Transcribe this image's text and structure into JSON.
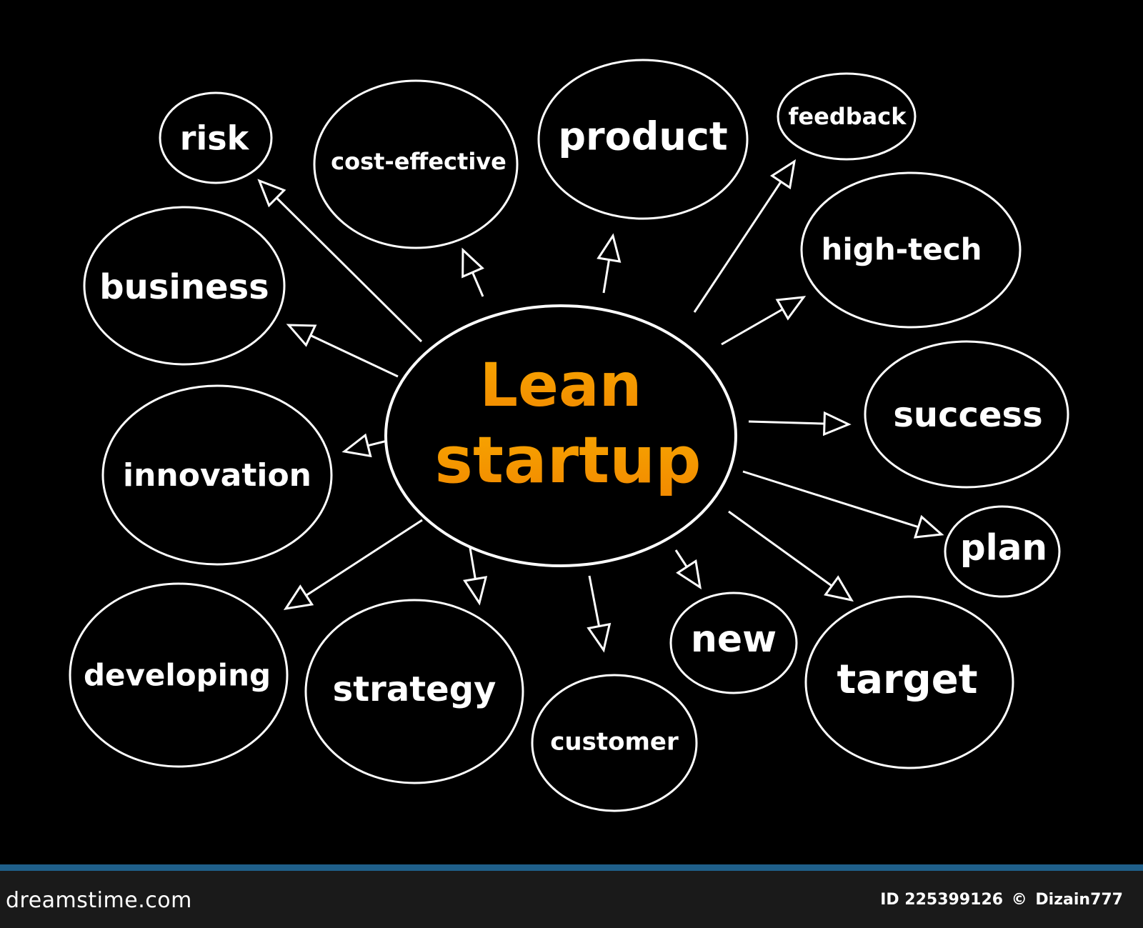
{
  "diagram": {
    "center": {
      "line1": "Lean",
      "line2": "startup",
      "color": "#f7a600",
      "color_bottom": "#f28a00"
    },
    "nodes": [
      {
        "id": "risk",
        "label": "risk"
      },
      {
        "id": "cost-effective",
        "label": "cost-effective"
      },
      {
        "id": "product",
        "label": "product"
      },
      {
        "id": "feedback",
        "label": "feedback"
      },
      {
        "id": "business",
        "label": "business"
      },
      {
        "id": "high-tech",
        "label": "high-tech"
      },
      {
        "id": "success",
        "label": "success"
      },
      {
        "id": "innovation",
        "label": "innovation"
      },
      {
        "id": "plan",
        "label": "plan"
      },
      {
        "id": "developing",
        "label": "developing"
      },
      {
        "id": "strategy",
        "label": "strategy"
      },
      {
        "id": "customer",
        "label": "customer"
      },
      {
        "id": "new",
        "label": "new"
      },
      {
        "id": "target",
        "label": "target"
      }
    ],
    "line_color": "#ffffff",
    "background": "#000000"
  },
  "footer": {
    "brand": "dreamstime.com",
    "id_text": "ID 225399126",
    "copyright_symbol": "©",
    "author": "Dizain777",
    "bar_color": "#1f5f8a"
  }
}
